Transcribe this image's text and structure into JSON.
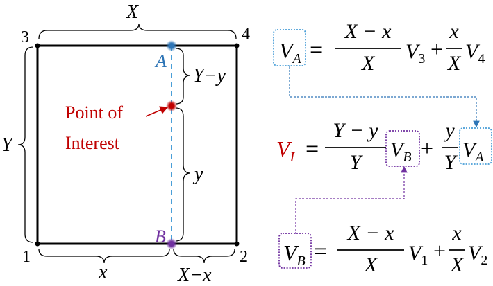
{
  "corners": {
    "c1": "1",
    "c2": "2",
    "c3": "3",
    "c4": "4"
  },
  "dims": {
    "X": "X",
    "Y": "Y",
    "x": "x",
    "y": "y",
    "X_minus_x": "X−x",
    "Y_minus_y": "Y−y"
  },
  "points": {
    "A": "A",
    "B": "B"
  },
  "interest": {
    "line1": "Point of",
    "line2": "Interest"
  },
  "eq": {
    "eqA": {
      "lhs": "V",
      "lhs_sub": "A",
      "eq": "=",
      "n1": "X − x",
      "d1": "X",
      "v1": "V",
      "v1_sub": "3",
      "plus": "+",
      "n2": "x",
      "d2": "X",
      "v2": "V",
      "v2_sub": "4"
    },
    "eqI": {
      "lhs": "V",
      "lhs_sub": "I",
      "eq": "=",
      "n1": "Y − y",
      "d1": "Y",
      "v1": "V",
      "v1_sub": "B",
      "plus": "+",
      "n2": "y",
      "d2": "Y",
      "v2": "V",
      "v2_sub": "A"
    },
    "eqB": {
      "lhs": "V",
      "lhs_sub": "B",
      "eq": "=",
      "n1": "X − x",
      "d1": "X",
      "v1": "V",
      "v1_sub": "1",
      "plus": "+",
      "n2": "x",
      "d2": "X",
      "v2": "V",
      "v2_sub": "2"
    }
  },
  "colors": {
    "black": "#000000",
    "red": "#c00000",
    "blue": "#2e75b6",
    "purple": "#7030a0",
    "dash_blue": "#4a9fd8"
  }
}
